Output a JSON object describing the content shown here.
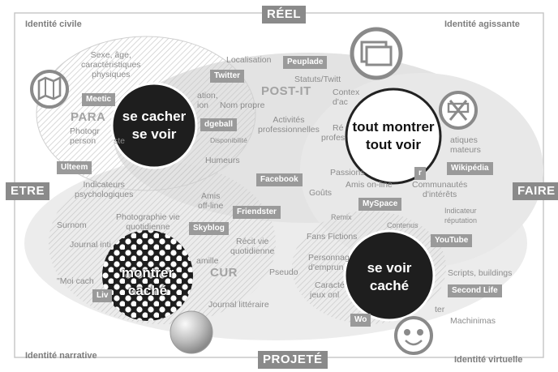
{
  "axes": {
    "top": "RÉEL",
    "bottom": "PROJETÉ",
    "left": "ETRE",
    "right": "FAIRE"
  },
  "corners": {
    "top_left": "Identité civile",
    "top_right": "Identité agissante",
    "bottom_left": "Identité narrative",
    "bottom_right": "Identité virtuelle"
  },
  "regions": {
    "paravent": "PARA",
    "postit": "POST-IT",
    "clair_obscur": "CUR"
  },
  "circles": {
    "se_cacher": [
      "se cacher",
      "se voir"
    ],
    "tout_montrer": [
      "tout montrer",
      "tout voir"
    ],
    "montrer_cache": [
      "montrer",
      "caché"
    ],
    "se_voir_cache": [
      "se voir",
      "caché"
    ]
  },
  "labels": {
    "sexe_age": [
      "Sexe, âge,",
      "caractéristiques",
      "physiques"
    ],
    "localisation": "Localisation",
    "statuts": "Statuts/Twitt",
    "contexte": [
      "Contex",
      "d'ac"
    ],
    "ation": [
      "ation,",
      "ion"
    ],
    "nom_propre": "Nom propre",
    "activites": [
      "Activités",
      "professionnelles"
    ],
    "re_profes": [
      "Ré",
      "profes"
    ],
    "photog": [
      "Photogr",
      "person"
    ],
    "ste": "ste",
    "disponibilite": "Disponibilité",
    "humeurs": "Humeurs",
    "passions": "Passions",
    "amis_online": "Amis on-line",
    "communautes": [
      "Communautés",
      "d'intérêts"
    ],
    "atiques": [
      "atiques",
      "mateurs"
    ],
    "indicateurs_psy": [
      "Indicateurs",
      "psychologiques"
    ],
    "amis_offline": [
      "Amis",
      "off-line"
    ],
    "gouts": "Goûts",
    "indicateur_rep": [
      "Indicateur",
      "réputation"
    ],
    "surnom": "Surnom",
    "photographie_vie": [
      "Photographie vie",
      "quotidienne"
    ],
    "remix": "Remix",
    "contenus": "Contenus",
    "journal_int": "Journal inti",
    "recit_vie": [
      "Récit vie",
      "quotidienne"
    ],
    "fans_fictions": "Fans Fictions",
    "famille": "amille",
    "personnages": [
      "Personnag",
      "d'emprun"
    ],
    "scripts": "Scripts, buildings",
    "moi_cache": "\"Moi cach",
    "pseudo": "Pseudo",
    "caracte": [
      "Caracté",
      "jeux onl"
    ],
    "ter": "ter",
    "machinimas": "Machinimas",
    "journal_litteraire": "Journal littéraire"
  },
  "tags": {
    "peuplade": "Peuplade",
    "twitter": "Twitter",
    "meetic": "Meetic",
    "dodgeball": "dgeball",
    "ulteem": "Ulteem",
    "facebook": "Facebook",
    "wikipedia": "Wikipédia",
    "myspace": "MySpace",
    "friendster": "Friendster",
    "skyblog": "Skyblog",
    "youtube": "YouTube",
    "second_life": "Second Life",
    "liv": "Liv",
    "wo": "Wo",
    "tr": "r"
  },
  "colors": {
    "axis_bg": "#8a8a8a",
    "tag_bg": "#9a9a9a",
    "text": "#8c8c8c",
    "dark_circle": "#1e1e1e",
    "blob": "#e4e4e4"
  },
  "icons": [
    "map-icon",
    "window-icon",
    "signpost-icon",
    "mask-icon",
    "sphere-icon"
  ]
}
